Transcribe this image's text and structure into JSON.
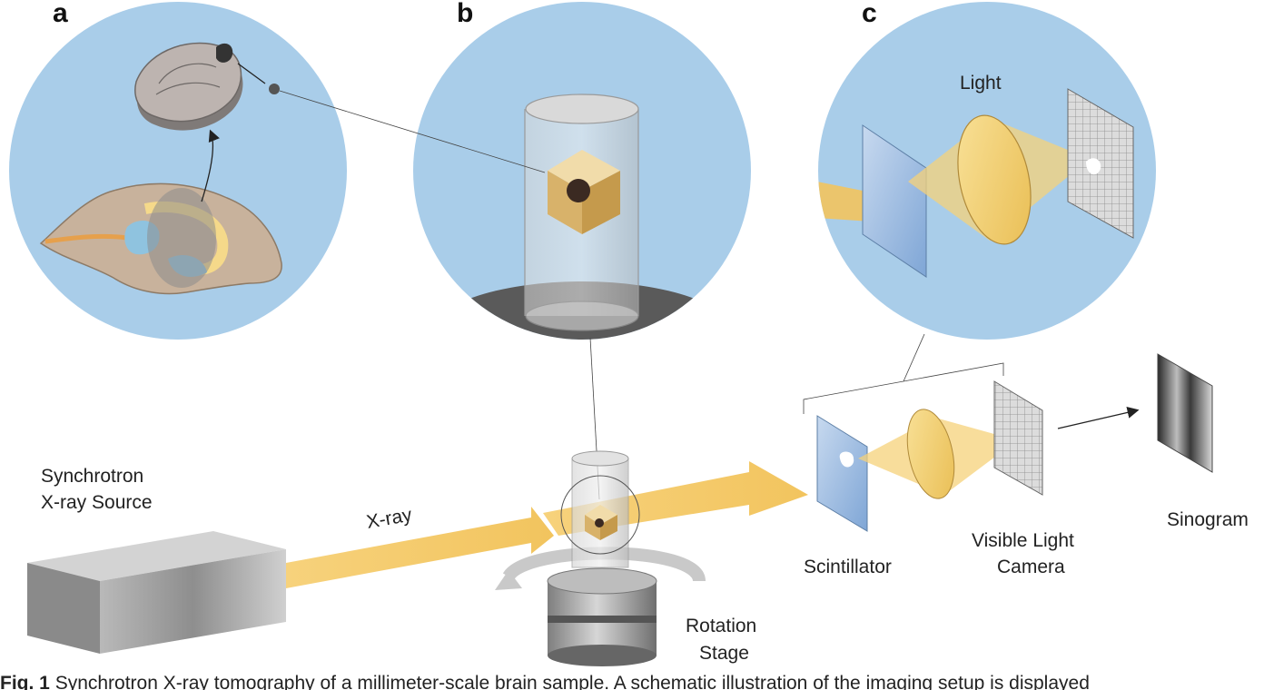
{
  "panels": {
    "a": "a",
    "b": "b",
    "c": "c"
  },
  "labels": {
    "light": "Light",
    "source_line1": "Synchrotron",
    "source_line2": "X-ray Source",
    "xray": "X-ray",
    "scintillator": "Scintillator",
    "camera_line1": "Visible Light",
    "camera_line2": "Camera",
    "sinogram": "Sinogram",
    "stage_line1": "Rotation",
    "stage_line2": "Stage"
  },
  "caption": {
    "prefix": "Fig. 1",
    "text": "Synchrotron X-ray tomography of a millimeter-scale brain sample. A schematic illustration of the imaging setup is displayed"
  },
  "colors": {
    "circle_bg": "#a9cde9",
    "beam": "#f5c96b",
    "brain": "#c8b29c",
    "sample_cube": "#e3c27e",
    "block": "#9a9a9a"
  }
}
